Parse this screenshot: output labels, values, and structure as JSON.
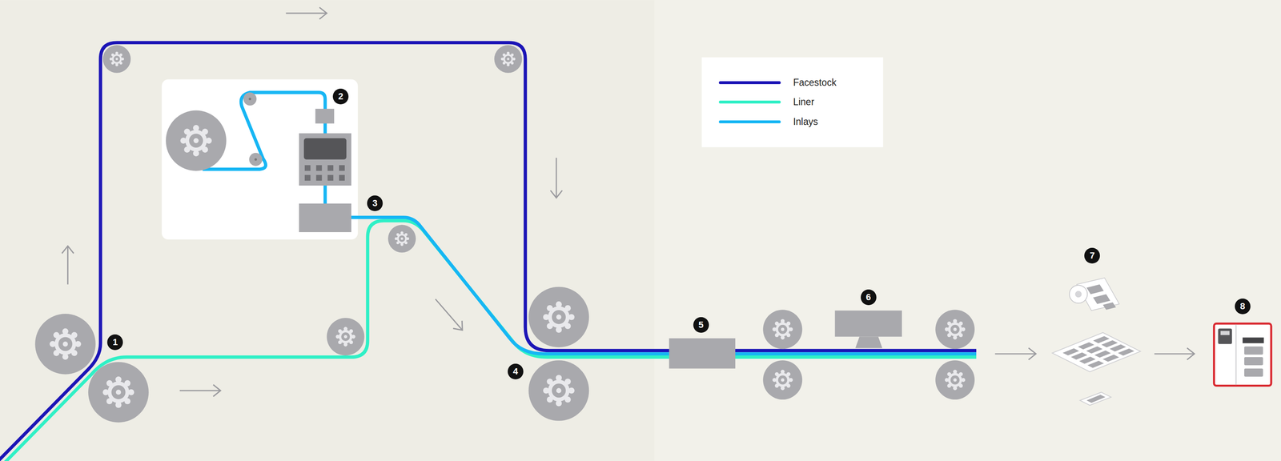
{
  "diagram": {
    "labels": [
      "1",
      "2",
      "3",
      "4",
      "5",
      "6",
      "7",
      "8"
    ],
    "legend": [
      {
        "text": "Facestock",
        "color": "#1b14b6"
      },
      {
        "text": "Liner",
        "color": "#2ff0c6"
      },
      {
        "text": "Inlays",
        "color": "#16b6f4"
      }
    ]
  }
}
